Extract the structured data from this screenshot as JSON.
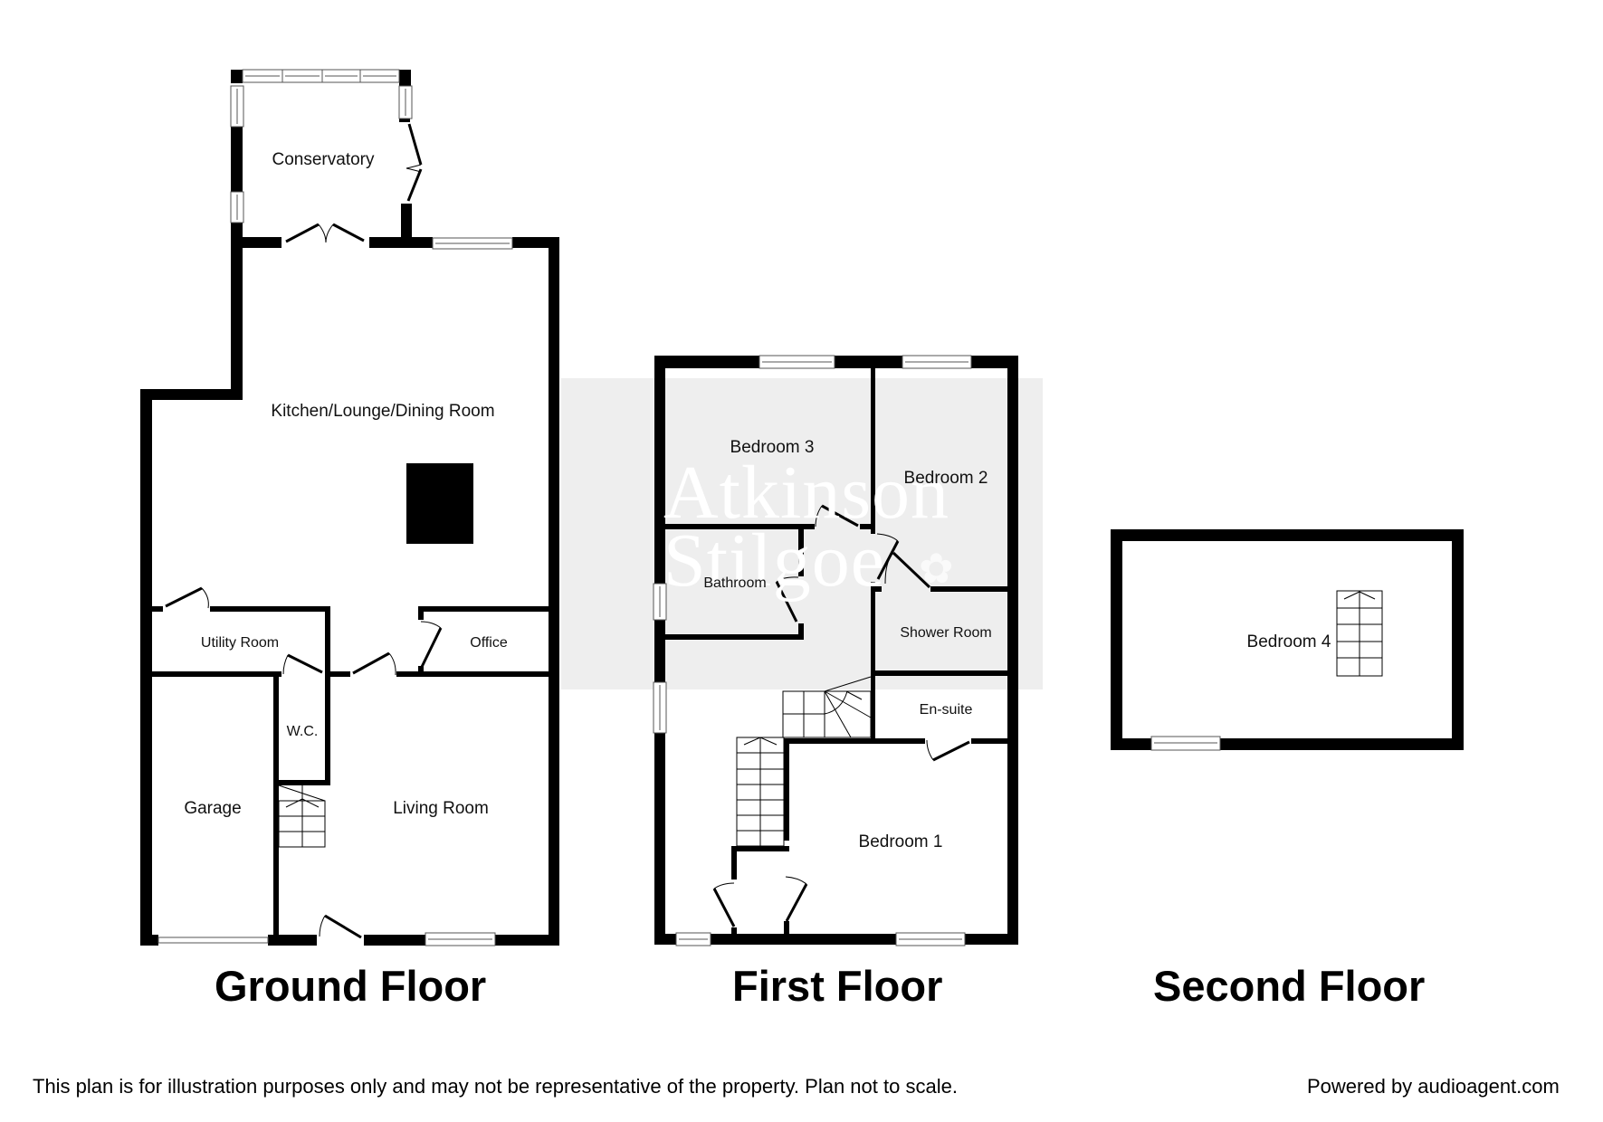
{
  "watermark": {
    "line1": "Atkinson",
    "line2": "Stilgoe",
    "logo_icon": "flower-icon",
    "band_color": "#eeeeee"
  },
  "colors": {
    "wall": "#000000",
    "background": "#ffffff",
    "window_fill": "#ffffff",
    "window_stroke": "#555555"
  },
  "floors": {
    "ground": {
      "title": "Ground Floor",
      "rooms": {
        "conservatory": "Conservatory",
        "kitchen": "Kitchen/Lounge/Dining Room",
        "utility": "Utility Room",
        "office": "Office",
        "wc": "W.C.",
        "garage": "Garage",
        "living": "Living Room"
      }
    },
    "first": {
      "title": "First Floor",
      "rooms": {
        "bedroom3": "Bedroom 3",
        "bedroom2": "Bedroom 2",
        "bathroom": "Bathroom",
        "shower": "Shower Room",
        "ensuite": "En-suite",
        "bedroom1": "Bedroom 1"
      }
    },
    "second": {
      "title": "Second Floor",
      "rooms": {
        "bedroom4": "Bedroom 4"
      }
    }
  },
  "footer": {
    "disclaimer": "This plan is for illustration purposes only and may not be representative of the property. Plan not to scale.",
    "powered_by": "Powered by audioagent.com"
  }
}
